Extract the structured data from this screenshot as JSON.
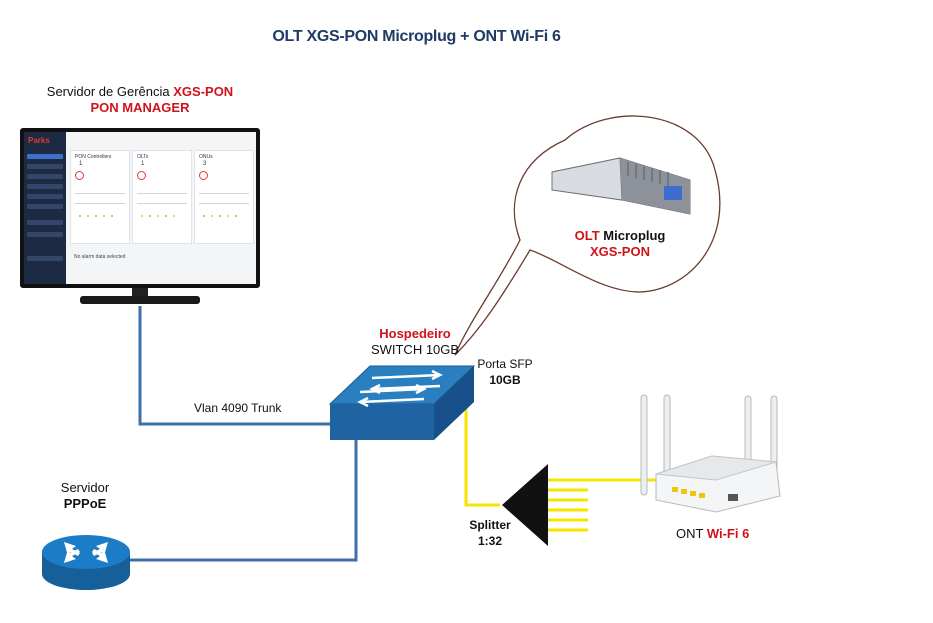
{
  "title": "OLT XGS-PON Microplug + ONT Wi-Fi 6",
  "server_mgmt": {
    "line1_plain": "Servidor de Gerência ",
    "line1_red": "XGS-PON",
    "line2_red": "PON MANAGER"
  },
  "monitor_screen": {
    "logo": "Parks",
    "panels": [
      {
        "title": "PON Controllers",
        "count": "1"
      },
      {
        "title": "OLTs",
        "count": "1"
      },
      {
        "title": "ONUs",
        "count": "3"
      }
    ],
    "footer": "No alarm data selected"
  },
  "olt": {
    "line1_red": "OLT",
    "line1_plain": " Microplug",
    "line2_red": "XGS-PON"
  },
  "host": {
    "title_red": "Hospedeiro",
    "subtitle": "SWITCH 10GB"
  },
  "sfp_port": {
    "line1": "Porta SFP",
    "line2": "10GB"
  },
  "vlan_label": "Vlan 4090 Trunk",
  "pppoe": {
    "line1": "Servidor",
    "line2": "PPPoE"
  },
  "splitter": {
    "line1": "Splitter",
    "line2": "1:32"
  },
  "ont": {
    "plain": "ONT ",
    "red": "Wi-Fi 6"
  },
  "colors": {
    "blue_link": "#3f6fa8",
    "fiber": "#f5e300",
    "switch_top": "#2a7fc0",
    "switch_front": "#1f63a3",
    "router": "#1c7cc6",
    "accent_red": "#d0121a",
    "title_blue": "#1f3a64"
  }
}
